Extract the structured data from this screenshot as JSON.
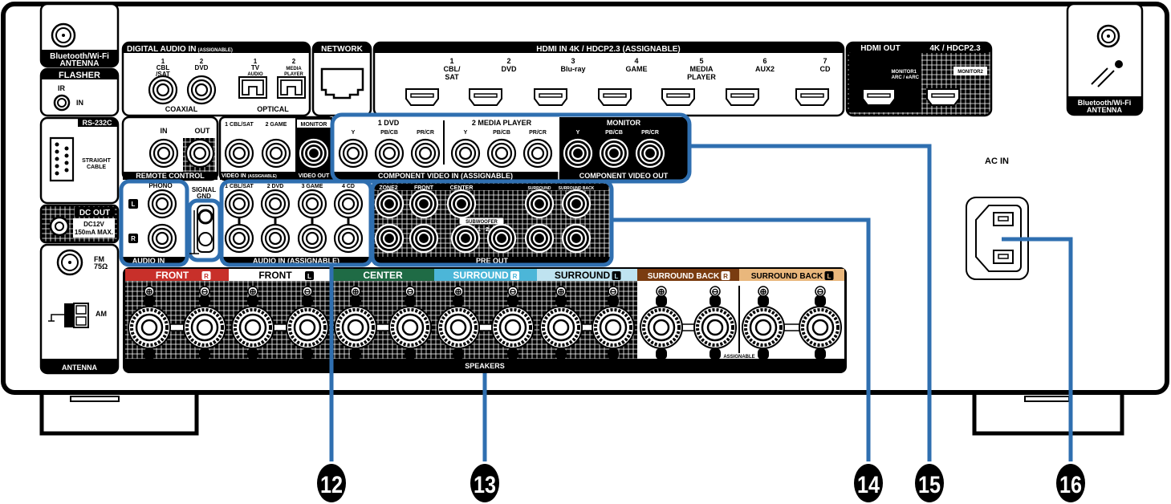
{
  "title": "AV Receiver Rear Panel",
  "antenna_left": {
    "label_line1": "Bluetooth/Wi-Fi",
    "label_line2": "ANTENNA"
  },
  "antenna_right": {
    "label_line1": "Bluetooth/Wi-Fi",
    "label_line2": "ANTENNA"
  },
  "flasher": {
    "title": "FLASHER",
    "ir": "IR",
    "in": "IN"
  },
  "digital_audio": {
    "title": "DIGITAL AUDIO IN",
    "title_sub": "(ASSIGNABLE)",
    "coaxial": [
      {
        "num": "1",
        "name1": "CBL",
        "name2": "/SAT"
      },
      {
        "num": "2",
        "name1": "DVD",
        "name2": ""
      }
    ],
    "optical": [
      {
        "num": "1",
        "name1": "TV",
        "name2": "AUDIO"
      },
      {
        "num": "2",
        "name1": "MEDIA",
        "name2": "PLAYER"
      }
    ],
    "coaxial_label": "COAXIAL",
    "optical_label": "OPTICAL"
  },
  "network": {
    "title": "NETWORK"
  },
  "hdmi_in": {
    "title": "HDMI IN 4K / HDCP2.3 (ASSIGNABLE)",
    "ports": [
      {
        "num": "1",
        "l1": "CBL/",
        "l2": "SAT"
      },
      {
        "num": "2",
        "l1": "DVD",
        "l2": ""
      },
      {
        "num": "3",
        "l1": "Blu-ray",
        "l2": ""
      },
      {
        "num": "4",
        "l1": "GAME",
        "l2": ""
      },
      {
        "num": "5",
        "l1": "MEDIA",
        "l2": "PLAYER"
      },
      {
        "num": "6",
        "l1": "AUX2",
        "l2": ""
      },
      {
        "num": "7",
        "l1": "CD",
        "l2": ""
      }
    ]
  },
  "hdmi_out": {
    "title_left": "HDMI OUT",
    "title_right": "4K / HDCP2.3",
    "monitor1_l1": "MONITOR1",
    "monitor1_l2": "ARC / eARC",
    "monitor2": "MONITOR2"
  },
  "rs232c": {
    "title": "RS-232C",
    "cable_l1": "STRAIGHT",
    "cable_l2": "CABLE"
  },
  "remote_control": {
    "title": "REMOTE CONTROL",
    "in": "IN",
    "out": "OUT"
  },
  "video_in": {
    "title": "VIDEO IN",
    "title_sub": "(ASSIGNABLE)",
    "inputs": [
      "1 CBL/SAT",
      "2 GAME"
    ]
  },
  "video_out": {
    "title": "VIDEO OUT",
    "monitor": "MONITOR"
  },
  "component_in": {
    "title": "COMPONENT VIDEO IN (ASSIGNABLE)",
    "groups": [
      {
        "name": "1 DVD"
      },
      {
        "name": "2 MEDIA PLAYER"
      }
    ],
    "channels": [
      "Y",
      "PB/CB",
      "PR/CR"
    ]
  },
  "component_out": {
    "title": "COMPONENT VIDEO OUT",
    "group": "MONITOR",
    "channels": [
      "Y",
      "PB/CB",
      "PR/CR"
    ]
  },
  "dc_out": {
    "title": "DC OUT",
    "spec1": "DC12V",
    "spec2": "150mA MAX."
  },
  "audio_in": {
    "title": "AUDIO IN",
    "phono": "PHONO",
    "left": "L",
    "right": "R"
  },
  "signal_gnd": {
    "l1": "SIGNAL",
    "l2": "GND"
  },
  "audio_in_assignable": {
    "title": "AUDIO IN (ASSIGNABLE)",
    "inputs": [
      "1 CBL/SAT",
      "2 DVD",
      "3 GAME",
      "4 CD"
    ]
  },
  "pre_out": {
    "title": "PRE OUT",
    "channels": [
      "ZONE2",
      "FRONT",
      "CENTER",
      "SURROUND",
      "SURROUND BACK"
    ],
    "subwoofer": "SUBWOOFER",
    "sub1": "1",
    "sub2": "2"
  },
  "antenna": {
    "title": "ANTENNA",
    "fm_l1": "FM",
    "fm_l2": "75Ω",
    "am": "AM"
  },
  "speakers": {
    "title": "SPEAKERS",
    "assignable": "ASSIGNABLE",
    "channels": [
      {
        "name": "FRONT",
        "side": "R",
        "color": "#c8302a",
        "text_color": "#ffffff"
      },
      {
        "name": "FRONT",
        "side": "L",
        "color": "#ffffff",
        "text_color": "#000000"
      },
      {
        "name": "CENTER",
        "side": "",
        "color": "#1f6b45",
        "text_color": "#ffffff"
      },
      {
        "name": "SURROUND",
        "side": "R",
        "color": "#4cb6d8",
        "text_color": "#ffffff"
      },
      {
        "name": "SURROUND",
        "side": "L",
        "color": "#bfe3f0",
        "text_color": "#000000"
      },
      {
        "name": "SURROUND BACK",
        "side": "R",
        "color": "#7a3c10",
        "text_color": "#ffffff"
      },
      {
        "name": "SURROUND BACK",
        "side": "L",
        "color": "#e9b77c",
        "text_color": "#000000"
      }
    ],
    "plus": "⊕",
    "minus": "⊖"
  },
  "ac_in": {
    "title": "AC IN"
  },
  "callouts": [
    {
      "num": "12",
      "target": "audio-in"
    },
    {
      "num": "13",
      "target": "speakers"
    },
    {
      "num": "14",
      "target": "pre-out"
    },
    {
      "num": "15",
      "target": "component-video"
    },
    {
      "num": "16",
      "target": "ac-in"
    }
  ],
  "colors": {
    "callout_line": "#2f6fb0",
    "panel": "#000000"
  }
}
